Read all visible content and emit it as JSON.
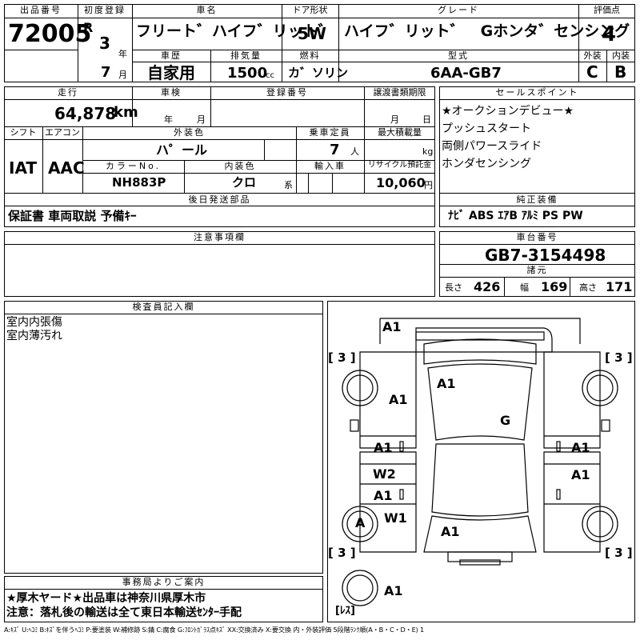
{
  "header": {
    "lot_label": "出品番号",
    "lot_no": "72005",
    "first_reg_label": "初度登録",
    "era": "R",
    "reg_year": "3",
    "year_unit": "年",
    "reg_month": "7",
    "month_unit": "月",
    "name_label": "車名",
    "name": "フリート゛ハイフ゛リット゛",
    "door_label": "ドア形状",
    "door": "5W",
    "grade_label": "グレード",
    "grade": "ハイフ゛リット゛　Gホンタ゛センシング",
    "score_label": "評価点",
    "score": "4",
    "history_label": "車歴",
    "history": "自家用",
    "displacement_label": "排気量",
    "displacement": "1500",
    "cc": "cc",
    "fuel_label": "燃料",
    "fuel": "カ゛ソリン",
    "model_label": "型式",
    "model": "6AA-GB7",
    "ext_label": "外装",
    "ext_grade": "C",
    "int_label": "内装",
    "int_grade": "B"
  },
  "row2": {
    "mileage_label": "走行",
    "mileage": "64,878",
    "km": "km",
    "inspection_label": "車検",
    "year_unit": "年",
    "month_unit": "月",
    "plate_label": "登録番号",
    "transfer_label": "譲渡書類期限",
    "transfer_month": "月",
    "transfer_day": "日",
    "shift_label": "シフト",
    "shift": "IAT",
    "ac_label": "エアコン",
    "ac": "AAC",
    "color_label": "外装色",
    "color": "ハ゜ール",
    "capacity_label": "乗車定員",
    "capacity": "7",
    "person": "人",
    "maxload_label": "最大積載量",
    "kg": "kg",
    "colorno_label": "カラーNo.",
    "colorno": "NH883P",
    "interior_label": "内装色",
    "interior": "クロ",
    "kei": "系",
    "import_label": "輸入車",
    "recycle_label": "リサイクル預託金",
    "recycle": "10,060",
    "yen": "円",
    "later_label": "後日発送部品",
    "later": "保証書 車両取説 予備ｷｰ"
  },
  "sales": {
    "label": "セールスポイント",
    "points": [
      "★オークションデビュー★",
      "プッシュスタート",
      "両側パワースライド",
      "ホンダセンシング"
    ],
    "equip_label": "純正装備",
    "equip": "ﾅﾋﾞ ABS ｴｱB ｱﾙﾐ PS PW"
  },
  "notes": {
    "label": "注意事項欄"
  },
  "chassis": {
    "label": "車台番号",
    "number": "GB7-3154498",
    "spec_label": "諸元",
    "len_label": "長さ",
    "len": "426",
    "wid_label": "幅",
    "wid": "169",
    "hei_label": "高さ",
    "hei": "171"
  },
  "inspector": {
    "label": "検査員記入欄",
    "lines": [
      "室内内張傷",
      "室内薄汚れ"
    ]
  },
  "office": {
    "label": "事務局よりご案内",
    "lines": [
      "★厚木ヤード★出品車は神奈川県厚木市",
      "注意：落札後の輸送は全て東日本輸送ｾﾝﾀｰ手配"
    ]
  },
  "diagram": {
    "marks": [
      "A1",
      "A1",
      "A1",
      "G",
      "A1",
      "A1",
      "W2",
      "A1",
      "A1",
      "W1",
      "A1",
      "A",
      "A1"
    ],
    "tire_marks": [
      "[ 3 ]",
      "[ 3 ]",
      "[ 3 ]",
      "[ 3 ]",
      "[ﾚｽ]"
    ]
  },
  "legend": "A:ｷｽﾞ U:ﾍｺﾐ B:ｷｽﾞを伴うﾍｺﾐ P:要塗装 W:補修跡 S:錆 C:腐食 G:ﾌﾛﾝﾄｶﾞﾗｽ点ｷｽﾞ XX:交換済み X:要交換 内・外装評価 5段階ﾗﾝｸ順(A・B・C・D・E) 1"
}
